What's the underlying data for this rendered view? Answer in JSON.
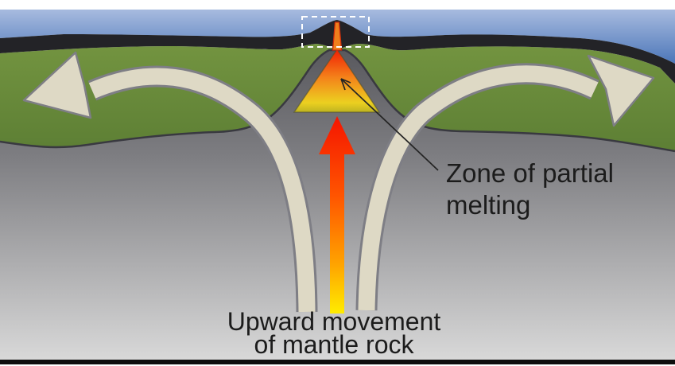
{
  "diagram": {
    "type": "geology-cross-section",
    "subject": "mid-ocean ridge / seafloor spreading with mantle upwelling",
    "labels": {
      "zone_of_partial_melting": {
        "line1": "Zone of partial",
        "line2": "melting"
      },
      "upward_movement": {
        "line1": "Upward movement",
        "line2": "of mantle rock"
      }
    },
    "elements": [
      "ocean-water-layer",
      "oceanic-crust-layer",
      "lithosphere-green-layer",
      "mantle-layer",
      "ridge-volcano-peak",
      "magma-conduit",
      "zone-of-partial-melting-triangle",
      "upwelling-arrow",
      "divergence-arrow-left",
      "divergence-arrow-right",
      "ridge-axis-highlight-box",
      "leader-line-arrow",
      "bottom-border-bar"
    ],
    "colors": {
      "water_top": "#a7bbdf",
      "water_bottom": "#3f6db3",
      "oceanic_crust": "#232327",
      "lithosphere_green_top": "#71923f",
      "lithosphere_green_bottom": "#5d7f35",
      "mantle_top": "#5e5e63",
      "mantle_bottom": "#d9d9d9",
      "layer_boundary_line": "#393940",
      "melt_triangle_top_red": "#f01e04",
      "melt_triangle_mid_orange": "#f4831a",
      "melt_triangle_bottom_yellow": "#ecd020",
      "magma_conduit_orange": "#ef7f1c",
      "upwelling_arrow_red": "#f51500",
      "upwelling_arrow_yellow": "#ffec00",
      "convection_arrow_fill": "#ded9c5",
      "convection_arrow_outline": "#7e7e85",
      "highlight_box": "#ffffff",
      "label_text": "#1c1c1c",
      "bottom_bar": "#0e0e0e"
    }
  }
}
